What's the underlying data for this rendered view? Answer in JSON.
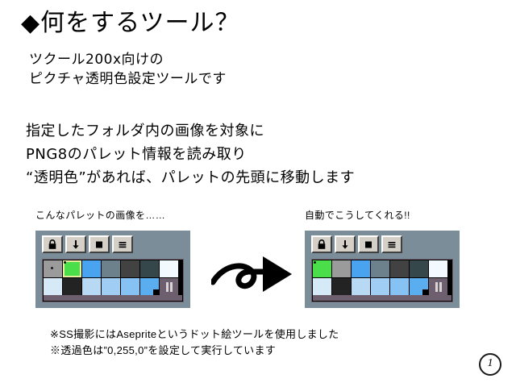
{
  "slide": {
    "title": "◆何をするツール？",
    "lead_lines": [
      "ツクール200x向けの",
      "ピクチャ透明色設定ツールです"
    ],
    "body_lines": [
      "指定したフォルダ内の画像を対象に",
      "PNG8のパレット情報を読み取り",
      "“透明色”があれば、パレットの先頭に移動します"
    ],
    "caption_before": "こんなパレットの画像を……",
    "caption_after": "自動でこうしてくれる!!",
    "notes": [
      "※SS撮影にはAsepriteというドット絵ツールを使用しました",
      "※透過色は”0,255,0”を設定して実行しています"
    ],
    "page_number": "1"
  },
  "widget": {
    "background_color": "#7b8d99",
    "button_face_color": "#d4d0c8",
    "frame_color": "#6d5f6d",
    "toolbar_icons": [
      "lock-icon",
      "download-arrow-icon",
      "filled-square-icon",
      "hamburger-menu-icon"
    ]
  },
  "palette_before": {
    "label": "こんなパレットの画像を……",
    "row_top": [
      "#9b9b9b",
      "#4ade4a",
      "#4aa3ef",
      "#6d818c",
      "#424242",
      "#35474b",
      "#f2f9ff"
    ],
    "row_bottom": [
      "#d6e9f7",
      "#232323",
      "#b7d9f4",
      "#9fcdf4",
      "#86c2f4",
      "#5aaef0"
    ],
    "selected_index": 1,
    "cursor_index": 0
  },
  "palette_after": {
    "label": "自動でこうしてくれる!!",
    "row_top": [
      "#4ade4a",
      "#9b9b9b",
      "#4aa3ef",
      "#6d818c",
      "#424242",
      "#35474b",
      "#f2f9ff"
    ],
    "row_bottom": [
      "#d6e9f7",
      "#232323",
      "#b7d9f4",
      "#9fcdf4",
      "#86c2f4",
      "#5aaef0"
    ],
    "selected_index": 0,
    "cursor_index": 0
  },
  "arrow": {
    "name": "curly-arrow-right"
  }
}
